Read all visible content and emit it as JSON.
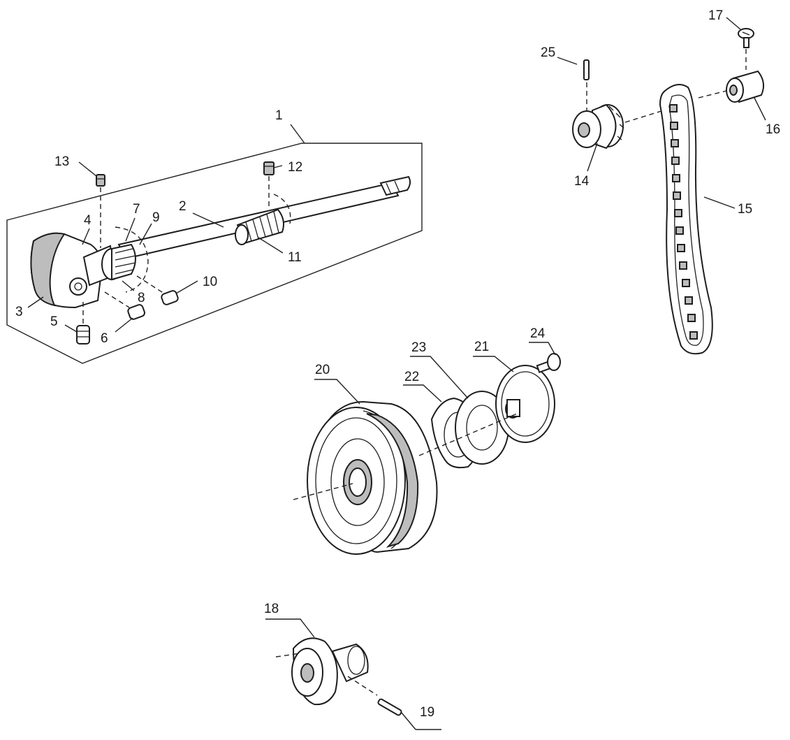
{
  "callouts": [
    {
      "id": "p1",
      "text": "1"
    },
    {
      "id": "p2",
      "text": "2"
    },
    {
      "id": "p3",
      "text": "3"
    },
    {
      "id": "p4",
      "text": "4"
    },
    {
      "id": "p5",
      "text": "5"
    },
    {
      "id": "p6",
      "text": "6"
    },
    {
      "id": "p7",
      "text": "7"
    },
    {
      "id": "p8",
      "text": "8"
    },
    {
      "id": "p9",
      "text": "9"
    },
    {
      "id": "p10",
      "text": "10"
    },
    {
      "id": "p11",
      "text": "11"
    },
    {
      "id": "p12",
      "text": "12"
    },
    {
      "id": "p13",
      "text": "13"
    },
    {
      "id": "p14",
      "text": "14"
    },
    {
      "id": "p15",
      "text": "15"
    },
    {
      "id": "p16",
      "text": "16"
    },
    {
      "id": "p17",
      "text": "17"
    },
    {
      "id": "p18",
      "text": "18"
    },
    {
      "id": "p19",
      "text": "19"
    },
    {
      "id": "p20",
      "text": "20"
    },
    {
      "id": "p21",
      "text": "21"
    },
    {
      "id": "p22",
      "text": "22"
    },
    {
      "id": "p23",
      "text": "23"
    },
    {
      "id": "p24",
      "text": "24"
    },
    {
      "id": "p25",
      "text": "25"
    }
  ]
}
